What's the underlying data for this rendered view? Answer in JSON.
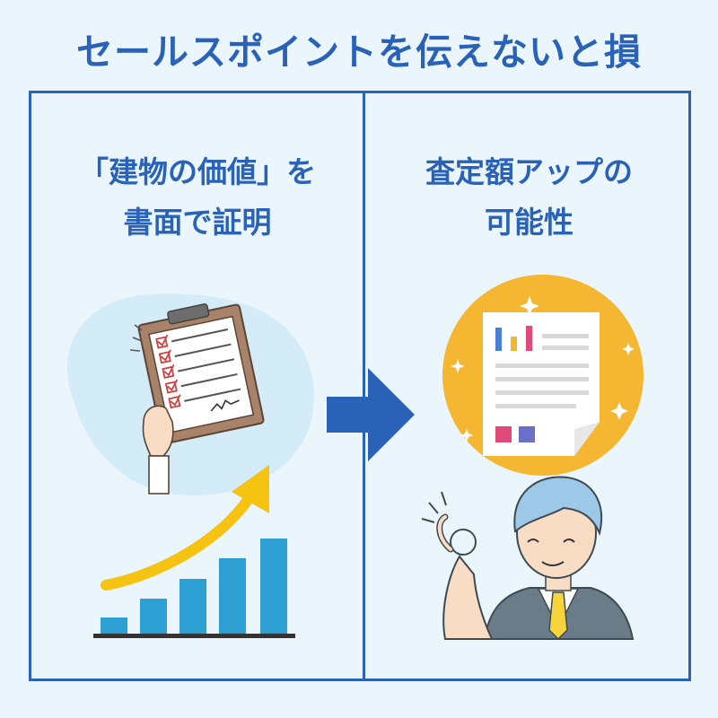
{
  "header": {
    "title": "セールスポイントを伝えないと損"
  },
  "left_panel": {
    "line1": "「建物の価値」を",
    "line2": "書面で証明"
  },
  "right_panel": {
    "line1": "査定額アップの",
    "line2": "可能性"
  },
  "colors": {
    "primary": "#2a62b8",
    "background": "#eaf6fc",
    "bars": "#2e9fd2",
    "gold": "#f5b731",
    "rising_arrow": "#f7c312"
  },
  "icons": [
    "clipboard-checklist-icon",
    "rising-bar-chart-icon",
    "right-arrow-icon",
    "report-document-icon",
    "ok-gesture-businessman-icon"
  ]
}
